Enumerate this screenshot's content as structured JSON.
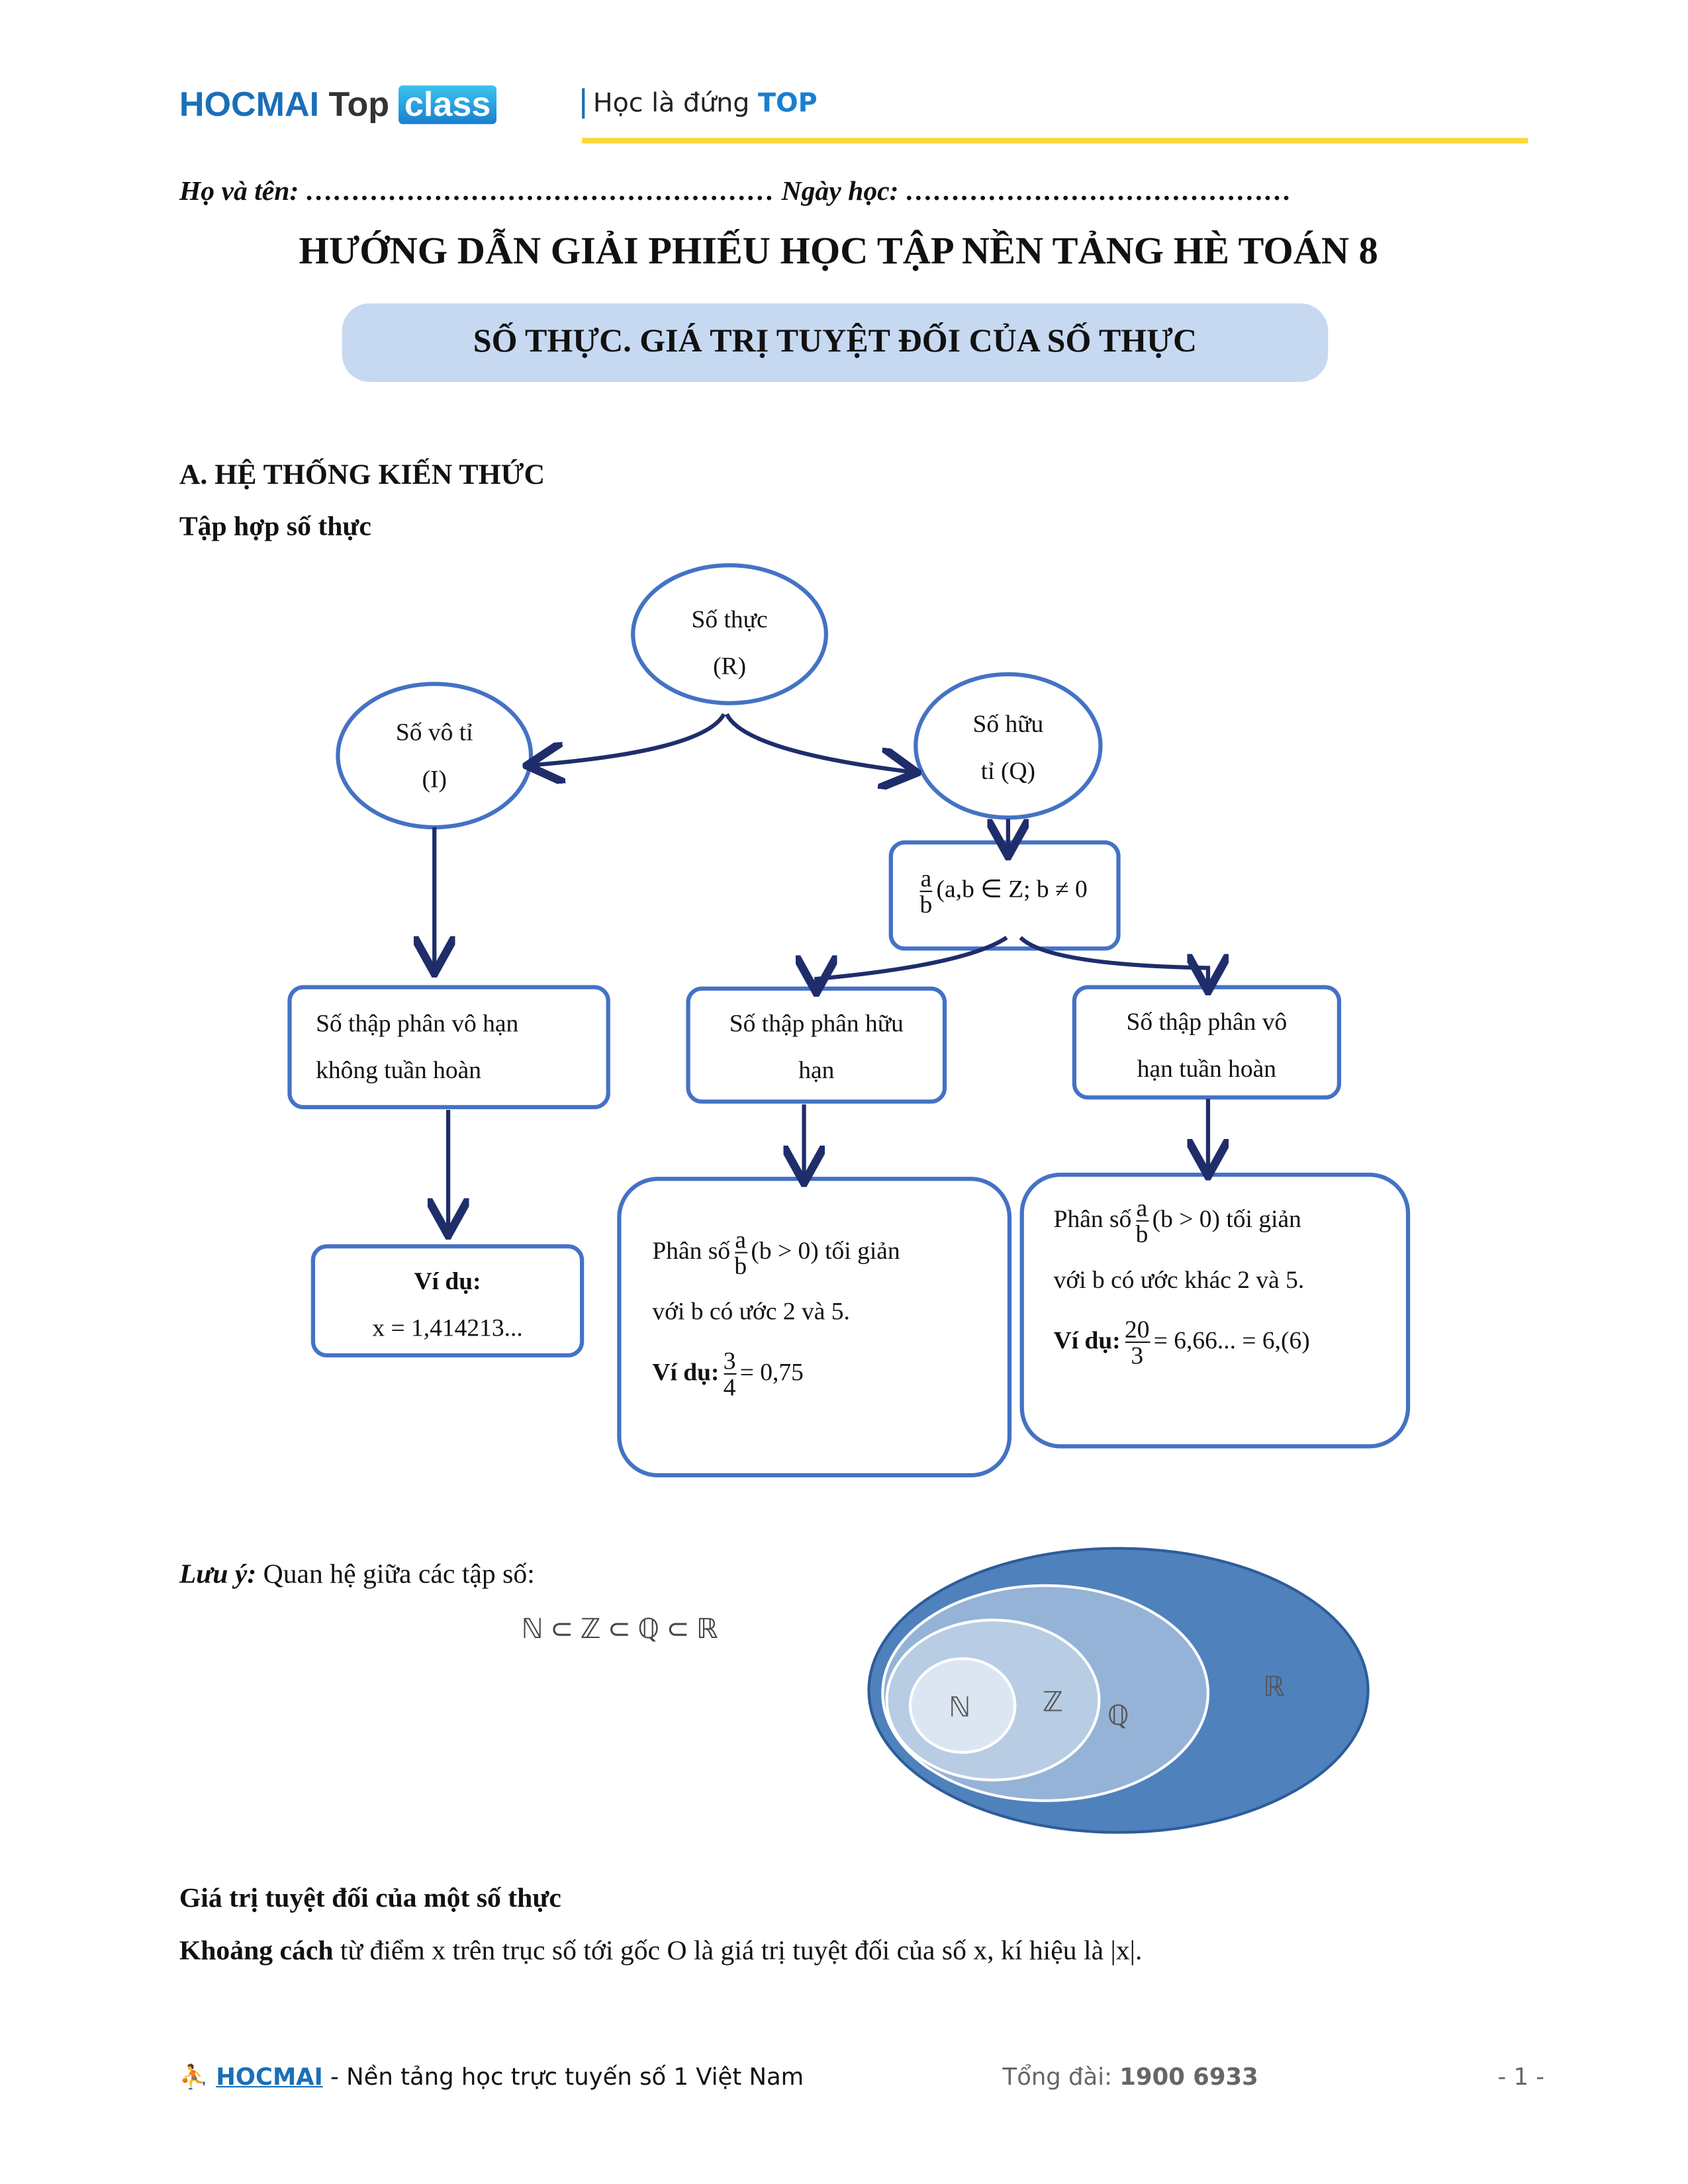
{
  "header": {
    "logo_hocmai": "HOCMAI",
    "logo_top": "Top",
    "logo_class": "class",
    "tagline": "Học là đứng",
    "tagline_accent": "TOP"
  },
  "student_line": "Họ và tên: …………………………………………… Ngày học: ……………………………………",
  "title": "HƯỚNG DẪN GIẢI PHIẾU HỌC TẬP NỀN TẢNG HÈ TOÁN 8",
  "subtitle": "SỐ THỰC. GIÁ TRỊ TUYỆT ĐỐI CỦA SỐ THỰC",
  "section_a": "A. HỆ THỐNG KIẾN THỨC",
  "subheading_set": "Tập hợp số thực",
  "diagram": {
    "real": [
      "Số thực",
      "(R)"
    ],
    "irrational": [
      "Số vô tỉ",
      "(I)"
    ],
    "rational": [
      "Số hữu",
      "tỉ (Q)"
    ],
    "rational_def": {
      "num": "a",
      "den": "b",
      "cond": "(a,b ∈ Z; b ≠ 0"
    },
    "nonrep": [
      "Số thập phân vô hạn",
      "không tuần hoàn"
    ],
    "finite": [
      "Số thập phân hữu",
      "hạn"
    ],
    "repeating": [
      "Số thập phân vô",
      "hạn tuần hoàn"
    ],
    "ex_irr": {
      "label": "Ví dụ:",
      "value": "x = 1,414213..."
    },
    "finite_desc": {
      "pre": "Phân số",
      "num": "a",
      "den": "b",
      "post": "(b > 0) tối giản",
      "line2": "với b có ước 2 và 5.",
      "ex_label": "Ví dụ:",
      "ex_num": "3",
      "ex_den": "4",
      "ex_val": "= 0,75"
    },
    "repeat_desc": {
      "pre": "Phân số",
      "num": "a",
      "den": "b",
      "post": "(b > 0) tối giản",
      "line2": "với b có ước khác 2 và 5.",
      "ex_label": "Ví dụ:",
      "ex_num": "20",
      "ex_den": "3",
      "ex_val": "= 6,66... = 6,(6)"
    }
  },
  "note": {
    "label": "Lưu ý:",
    "text": "Quan hệ giữa các tập số:",
    "chain": "ℕ ⊂ ℤ ⊂ ℚ ⊂ ℝ"
  },
  "venn": {
    "labels": [
      "ℕ",
      "ℤ",
      "ℚ",
      "ℝ"
    ],
    "colors": [
      "#dce6f2",
      "#b8cce4",
      "#95b3d7",
      "#4f81bd"
    ]
  },
  "abs_heading": "Giá trị tuyệt đối của một số thực",
  "abs_def": {
    "bold": "Khoảng cách",
    "rest": " từ điểm x trên trục số tới gốc O là giá trị tuyệt đối của số x, kí hiệu là |x|."
  },
  "footer": {
    "brand": "HOCMAI",
    "slogan": " - Nền tảng học trực tuyến số 1 Việt Nam",
    "hotline_label": "Tổng đài: ",
    "hotline": "1900 6933",
    "page": "- 1 -"
  }
}
